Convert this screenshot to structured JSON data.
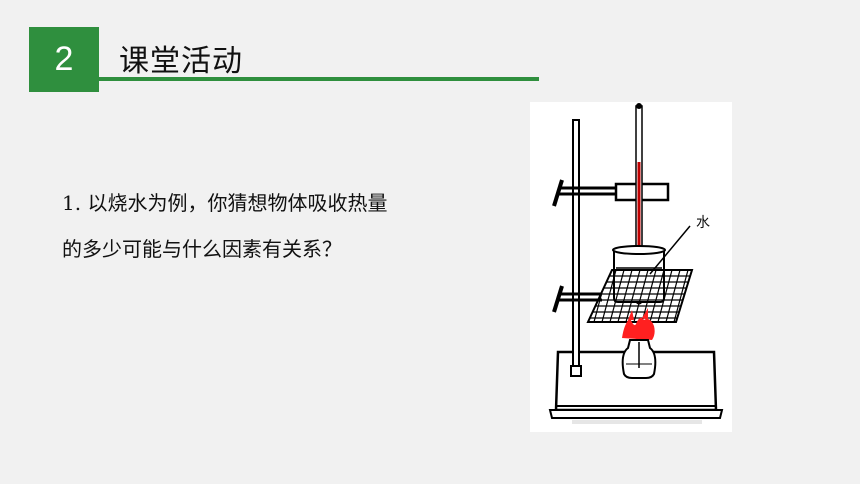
{
  "header": {
    "section_number": "2",
    "title": "课堂活动"
  },
  "content": {
    "question_number": "1.",
    "question_line1": "以烧水为例，你猜想物体吸收热量",
    "question_line2": "的多少可能与什么因素有关系？"
  },
  "figure": {
    "water_label": "水"
  },
  "colors": {
    "accent": "#2f8f3e",
    "flame": "#ff2020",
    "thermometer": "#c00000"
  }
}
